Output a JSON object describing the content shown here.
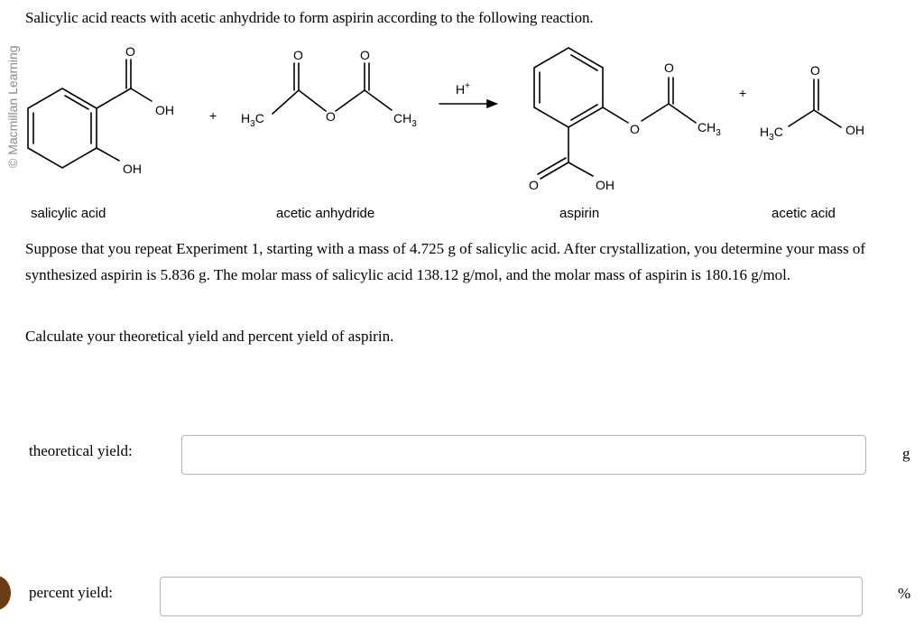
{
  "watermark": "© Macmillan Learning",
  "intro": "Salicylic acid reacts with acetic anhydride to form aspirin according to the following reaction.",
  "scheme": {
    "plus": "+",
    "catalyst": "H",
    "catalyst_charge": "+",
    "oxygen": "O",
    "oh": "OH",
    "h3c_h": "H",
    "h3c_sub": "3",
    "h3c_c": "C",
    "ch3_ch": "CH",
    "ch3_sub": "3"
  },
  "compounds": {
    "salicylic_acid": "salicylic acid",
    "acetic_anhydride": "acetic anhydride",
    "aspirin": "aspirin",
    "acetic_acid": "acetic acid"
  },
  "problem": "Suppose that you repeat Experiment 1, starting with a mass of 4.725 g of salicylic acid. After crystallization, you determine your mass of synthesized aspirin is 5.836 g. The molar mass of salicylic acid 138.12 g/mol, and the molar mass of aspirin is 180.16 g/mol.",
  "question": "Calculate your theoretical yield and percent yield of aspirin.",
  "answers": {
    "theoretical_label": "theoretical yield:",
    "theoretical_value": "",
    "theoretical_unit": "g",
    "percent_label": "percent yield:",
    "percent_value": "",
    "percent_unit": "%"
  }
}
